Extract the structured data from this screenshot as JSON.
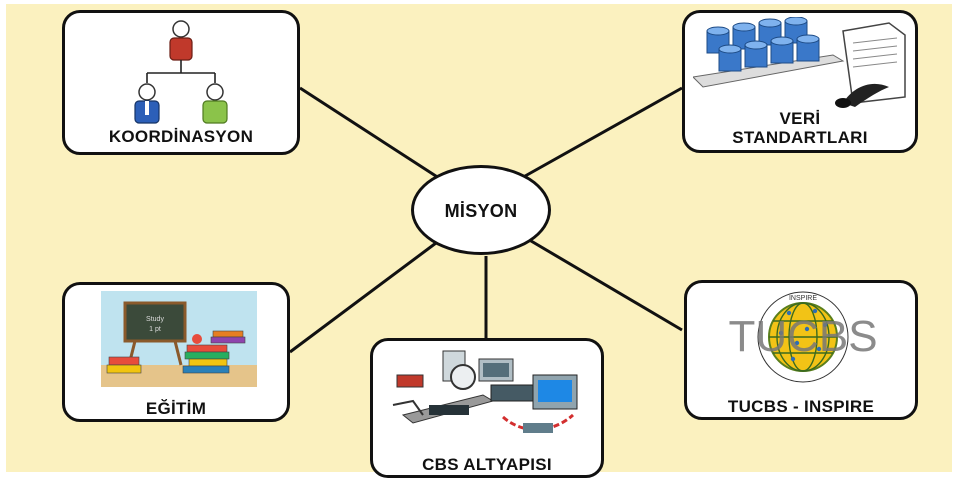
{
  "center": {
    "label": "MİSYON"
  },
  "nodes": {
    "koordinasyon": {
      "label": "KOORDİNASYON",
      "icon": "org-chart-icon"
    },
    "veri": {
      "label_line1": "VERİ",
      "label_line2": "STANDARTLARI",
      "icon": "database-document-icon"
    },
    "egitim": {
      "label": "EĞİTİM",
      "icon": "school-books-icon"
    },
    "cbs": {
      "label": "CBS ALTYAPISI",
      "icon": "network-equipment-icon"
    },
    "tucbs": {
      "label": "TUCBS - INSPIRE",
      "logo_text": "TUCBS",
      "logo_ring_text": "INSPIRE",
      "icon": "globe-logo-icon"
    }
  },
  "colors": {
    "background": "#fbf1bf",
    "stroke": "#111111",
    "box_fill": "#ffffff"
  }
}
